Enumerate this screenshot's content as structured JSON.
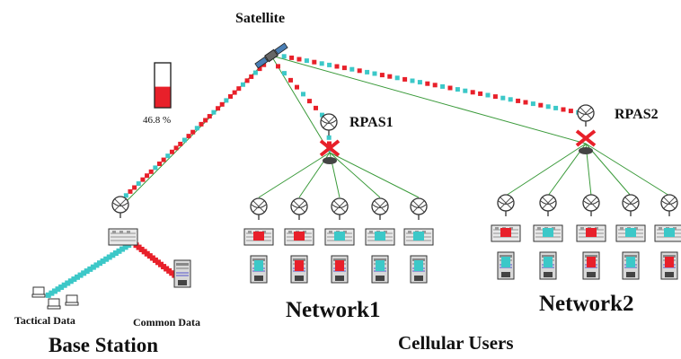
{
  "labels": {
    "satellite": "Satellite",
    "rpas1": "RPAS1",
    "rpas2": "RPAS2",
    "network1": "Network1",
    "network2": "Network2",
    "tactical_data": "Tactical Data",
    "common_data": "Common Data",
    "base_station": "Base Station",
    "cellular_users": "Cellular Users"
  },
  "utilization": {
    "percent_text": "46.8 %",
    "fraction": 0.468
  },
  "colors": {
    "packet_red": "#e8202a",
    "packet_cyan": "#3cc8c8",
    "link_green": "#3a9a3a",
    "node_outline": "#333333"
  },
  "icons": {
    "satellite": "satellite-icon",
    "rpas": "rpas-icon",
    "antenna": "antenna-icon",
    "router": "router-icon",
    "server": "server-icon",
    "terminal": "terminal-icon"
  },
  "network1_users": 5,
  "network2_users": 5
}
